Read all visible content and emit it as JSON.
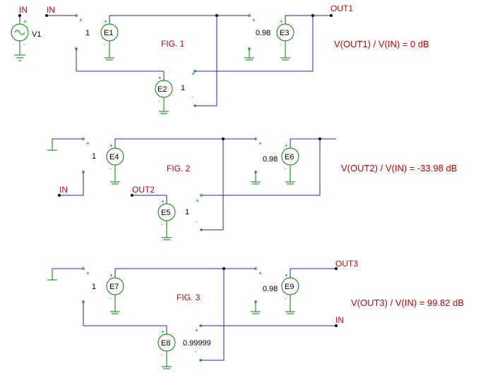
{
  "colors": {
    "wire": "#2020c8",
    "component": "#008000",
    "label": "#cc0000",
    "text": "#000000"
  },
  "nodes": {
    "in": "IN",
    "out1": "OUT1",
    "out2": "OUT2",
    "out3": "OUT3"
  },
  "sources": {
    "v1": "V1"
  },
  "sources_pins": {
    "plus": "+",
    "minus": "-"
  },
  "gains": {
    "e1": "1",
    "e2": "1",
    "e3": "0.98",
    "e4": "1",
    "e5": "1",
    "e6": "0.98",
    "e7": "1",
    "e8": "0.99999",
    "e9": "0.98"
  },
  "parts": {
    "e1": "E1",
    "e2": "E2",
    "e3": "E3",
    "e4": "E4",
    "e5": "E5",
    "e6": "E6",
    "e7": "E7",
    "e8": "E8",
    "e9": "E9"
  },
  "figures": {
    "fig1": {
      "title": "FIG. 1",
      "result": "V(OUT1) / V(IN) = 0 dB"
    },
    "fig2": {
      "title": "FIG. 2",
      "result": "V(OUT2) / V(IN) = -33.98 dB"
    },
    "fig3": {
      "title": "FIG. 3",
      "result": "V(OUT3) / V(IN) = 99.82 dB"
    }
  }
}
